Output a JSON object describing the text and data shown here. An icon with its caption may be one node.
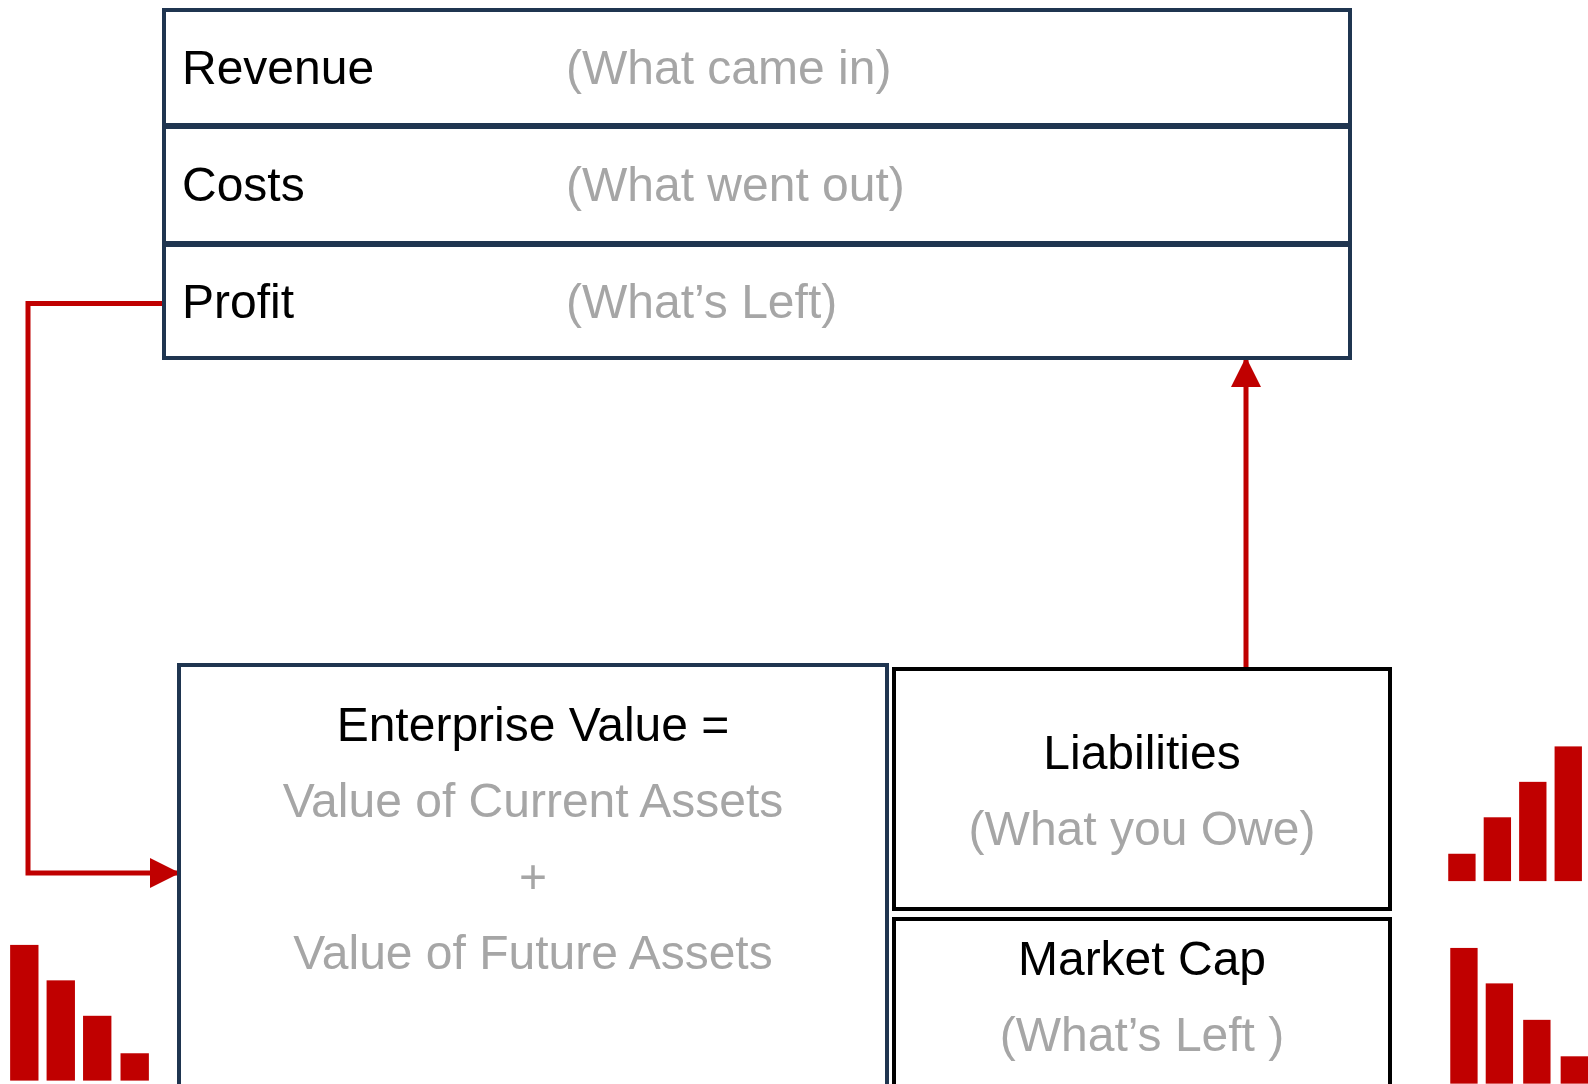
{
  "diagram": {
    "nodes": [
      {
        "text": [
          "Revenue",
          "(What came in)"
        ]
      },
      {
        "text": [
          "Costs",
          "(What went out)"
        ]
      },
      {
        "text": [
          "Profit",
          "(What’s Left)"
        ]
      },
      {
        "text": [
          "Enterprise Value =",
          "Value of Current Assets",
          "+",
          "Value of Future Assets"
        ]
      },
      {
        "text": [
          "Liabilities",
          "(What you Owe)"
        ]
      },
      {
        "text": [
          "Market Cap",
          "(What’s Left )"
        ]
      }
    ],
    "edges": [
      {
        "from": 2,
        "to": 3,
        "arrow": "to"
      },
      {
        "from": 4,
        "to": 2,
        "arrow": "to"
      }
    ]
  }
}
